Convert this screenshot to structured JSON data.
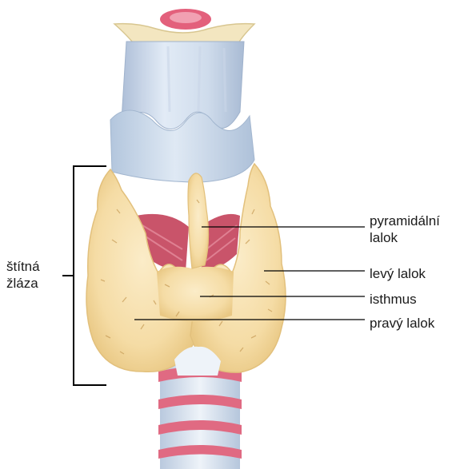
{
  "labels": {
    "gland": "štítná žláza",
    "pyramidal_lobe": "pyramidální lalok",
    "left_lobe": "levý lalok",
    "isthmus": "isthmus",
    "right_lobe": "pravý lalok"
  },
  "colors": {
    "thyroid": "#f6deaa",
    "cartilage": "#c5d4e6",
    "muscle": "#c9546a",
    "trachea_ring": "#e06a82",
    "line": "#000000"
  }
}
